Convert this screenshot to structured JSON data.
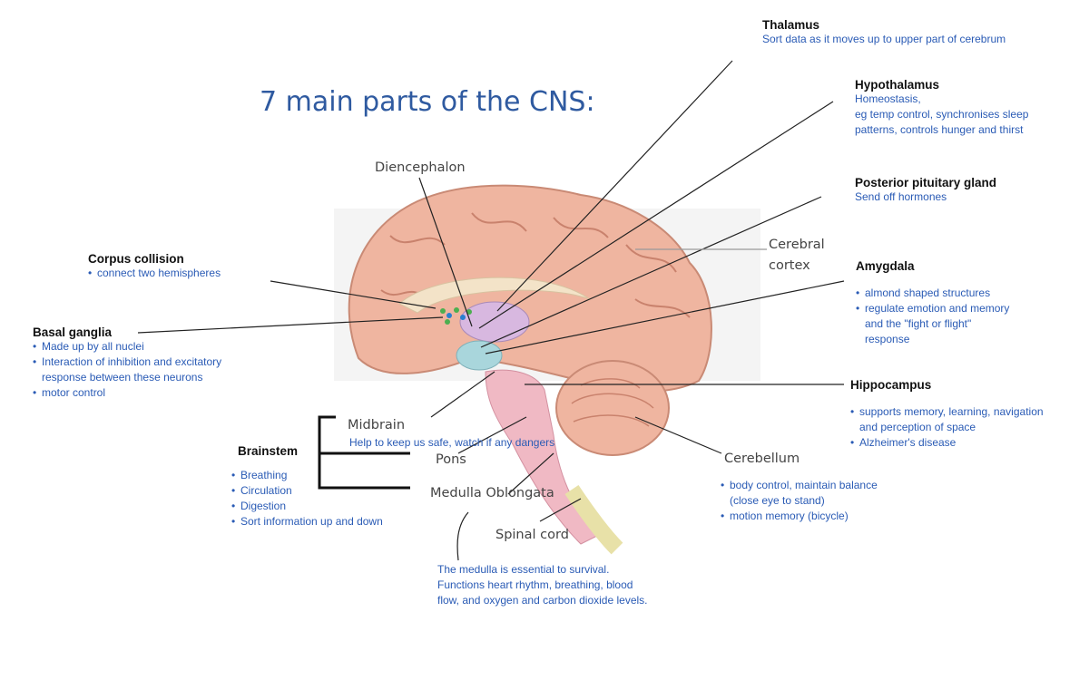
{
  "title": "7 main parts of the CNS:",
  "slide_labels": {
    "diencephalon": "Diencephalon",
    "cerebral_cortex": [
      "Cerebral",
      "cortex"
    ],
    "midbrain": "Midbrain",
    "pons": "Pons",
    "medulla": "Medulla Oblongata",
    "spinal_cord": "Spinal cord",
    "cerebellum": "Cerebellum"
  },
  "annotations": {
    "thalamus": {
      "heading": "Thalamus",
      "lines": [
        "Sort data as it moves up to upper part of cerebrum"
      ]
    },
    "hypothalamus": {
      "heading": "Hypothalamus",
      "lines": [
        "Homeostasis,",
        "eg temp control, synchronises sleep",
        "patterns, controls hunger and thirst"
      ]
    },
    "posterior_pituitary": {
      "heading": "Posterior pituitary gland",
      "lines": [
        "Send off hormones"
      ]
    },
    "amygdala": {
      "heading": "Amygdala",
      "bullets": [
        "almond shaped structures",
        "regulate emotion and memory\nand the \"fight or flight\"\nresponse"
      ]
    },
    "hippocampus": {
      "heading": "Hippocampus",
      "bullets": [
        "supports memory, learning, navigation\nand perception of space",
        "Alzheimer's disease"
      ]
    },
    "corpus": {
      "heading": "Corpus collision",
      "bullets": [
        "connect two hemispheres"
      ]
    },
    "basal_ganglia": {
      "heading": "Basal ganglia",
      "bullets": [
        "Made up by all nuclei",
        "Interaction of inhibition and excitatory\nresponse between these neurons",
        "motor control"
      ]
    },
    "brainstem": {
      "heading": "Brainstem",
      "bullets": [
        "Breathing",
        "Circulation",
        "Digestion",
        "Sort information up and down"
      ]
    },
    "midbrain_note": "Help to keep us safe, watch if any dangers",
    "cerebellum": {
      "bullets": [
        "body control, maintain balance\n(close eye to stand)",
        "motion memory (bicycle)"
      ]
    },
    "medulla_note": [
      "The medulla is essential to survival.",
      "Functions heart rhythm, breathing, blood",
      "flow, and oxygen and carbon dioxide levels."
    ]
  }
}
